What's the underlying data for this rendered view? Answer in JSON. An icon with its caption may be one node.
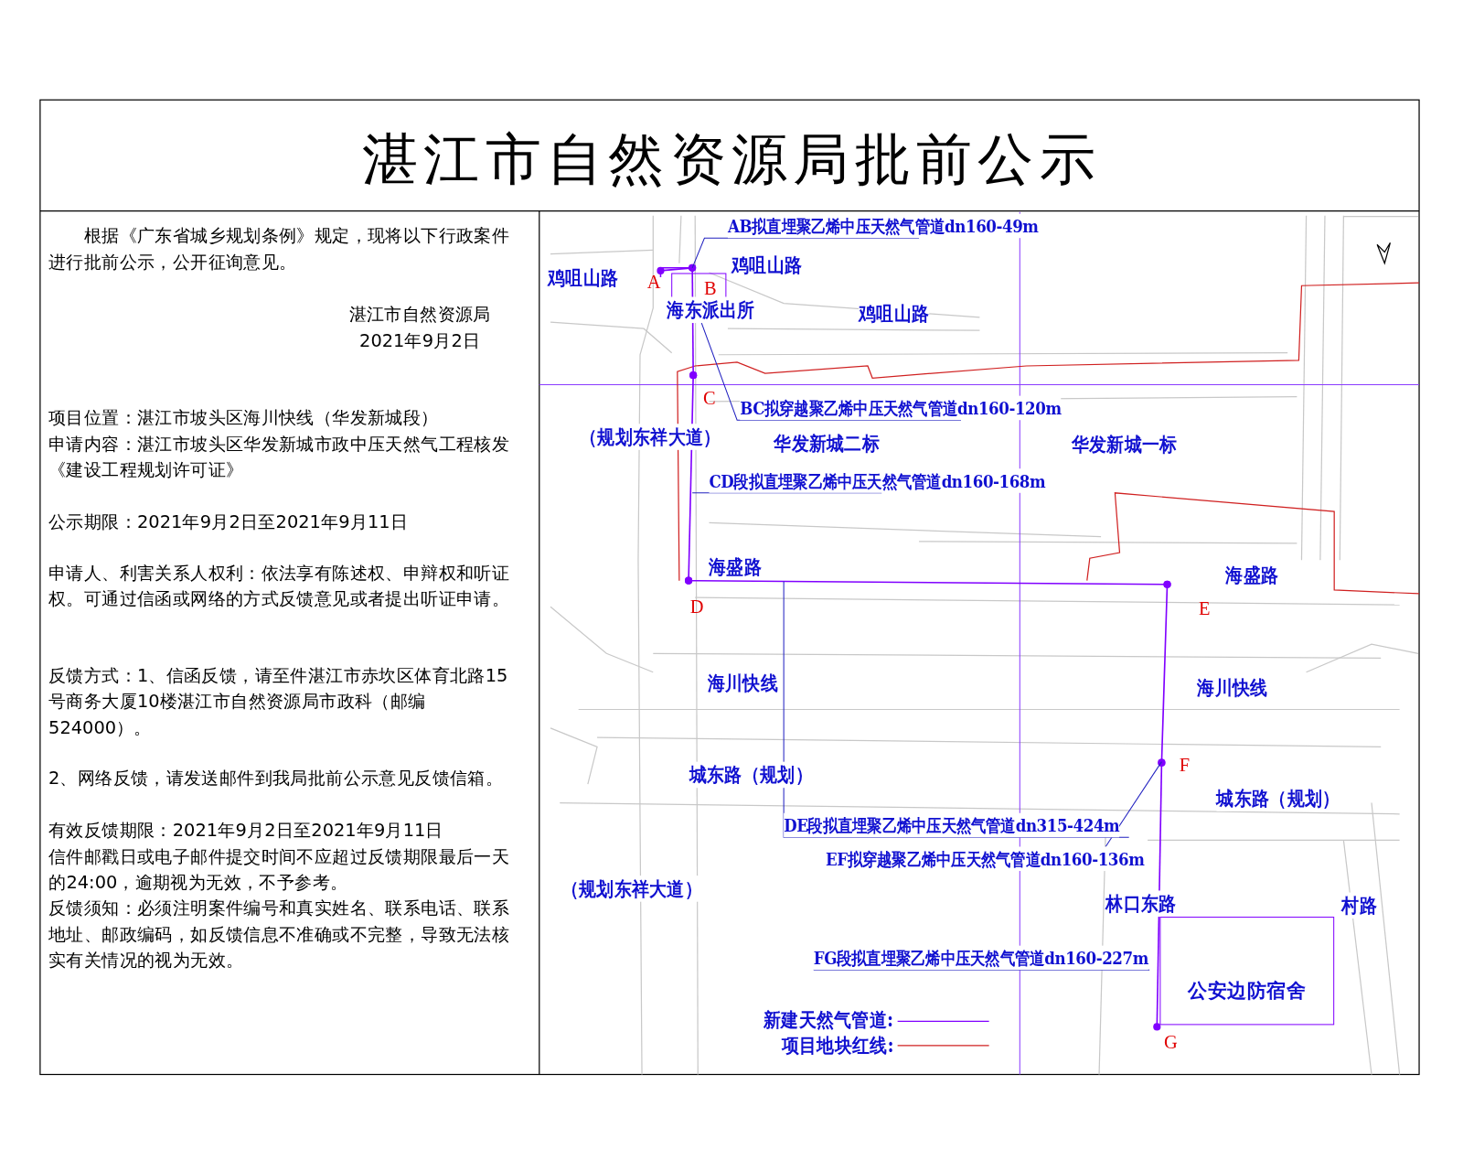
{
  "diagram": {
    "title": "湛江市自然资源局批前公示",
    "nodes": [
      {
        "text": [
          "A"
        ]
      },
      {
        "text": [
          "B"
        ]
      },
      {
        "text": [
          "C"
        ]
      },
      {
        "text": [
          "D"
        ]
      },
      {
        "text": [
          "E"
        ]
      },
      {
        "text": [
          "F"
        ]
      },
      {
        "text": [
          "G"
        ]
      },
      {
        "text": [
          "AB拟直埋聚乙烯中压天然气管道dn160-49m"
        ]
      },
      {
        "text": [
          "BC拟穿越聚乙烯中压天然气管道dn160-120m"
        ]
      },
      {
        "text": [
          "CD段拟直埋聚乙烯中压天然气管道dn160-168m"
        ]
      },
      {
        "text": [
          "DE段拟直埋聚乙烯中压天然气管道dn315-424m"
        ]
      },
      {
        "text": [
          "EF拟穿越聚乙烯中压天然气管道dn160-136m"
        ]
      },
      {
        "text": [
          "FG段拟直埋聚乙烯中压天然气管道dn160-227m"
        ]
      },
      {
        "text": [
          "公安边防宿舍"
        ]
      }
    ],
    "edges": [
      {
        "from": 0,
        "to": 1,
        "arrow": "other"
      },
      {
        "from": 1,
        "to": 2,
        "arrow": "other"
      },
      {
        "from": 2,
        "to": 3,
        "arrow": "other"
      },
      {
        "from": 3,
        "to": 4,
        "arrow": "other"
      },
      {
        "from": 4,
        "to": 5,
        "arrow": "other"
      },
      {
        "from": 5,
        "to": 6,
        "arrow": "other"
      },
      {
        "from": 7,
        "to": 1,
        "arrow": "none",
        "color": "#2020c0"
      },
      {
        "from": 8,
        "to": 1,
        "arrow": "none",
        "color": "#2020c0"
      },
      {
        "from": 9,
        "to": null,
        "arrow": "none",
        "color": "#2020c0"
      },
      {
        "from": 10,
        "to": null,
        "arrow": "none",
        "color": "#2020c0"
      },
      {
        "from": 11,
        "to": 5,
        "arrow": "none",
        "color": "#2020c0"
      },
      {
        "from": 12,
        "to": null,
        "arrow": "none",
        "color": "#2020c0"
      }
    ],
    "labels": [
      "根据《广东省城乡规划条例》规定，现将以下行政案件进行批前公示，公开征询意见。",
      "湛江市自然资源局",
      "2021年9月2日",
      "项目位置：湛江市坡头区海川快线（华发新城段）",
      "申请内容：湛江市坡头区华发新城市政中压天然气工程核发《建设工程规划许可证》",
      "公示期限：2021年9月2日至2021年9月11日",
      "申请人、利害关系人权利：依法享有陈述权、申辩权和听证权。可通过信函或网络的方式反馈意见或者提出听证申请。",
      "反馈方式：1、信函反馈，请至件湛江市赤坎区体育北路15号商务大厦10楼湛江市自然资源局市政科（邮编524000）。",
      "2、网络反馈，请发送邮件到我局批前公示意见反馈信箱。",
      "有效反馈期限：2021年9月2日至2021年9月11日",
      "信件邮戳日或电子邮件提交时间不应超过反馈期限最后一天的24:00，逾期视为无效，不予参考。",
      "反馈须知：必须注明案件编号和真实姓名、联系电话、联系地址、邮政编码，如反馈信息不准确或不完整，导致无法核实有关情况的视为无效。",
      "鸡咀山路",
      "鸡咀山路",
      "海东派出所",
      "鸡咀山路",
      "（规划东祥大道）",
      "华发新城二标",
      "华发新城一标",
      "海盛路",
      "海盛路",
      "海川快线",
      "海川快线",
      "城东路（规划）",
      "城东路（规划）",
      "（规划东祥大道）",
      "林口东路",
      "村路"
    ],
    "legend": [
      {
        "text": "新建天然气管道:"
      },
      {
        "text": "项目地块红线:"
      }
    ]
  }
}
